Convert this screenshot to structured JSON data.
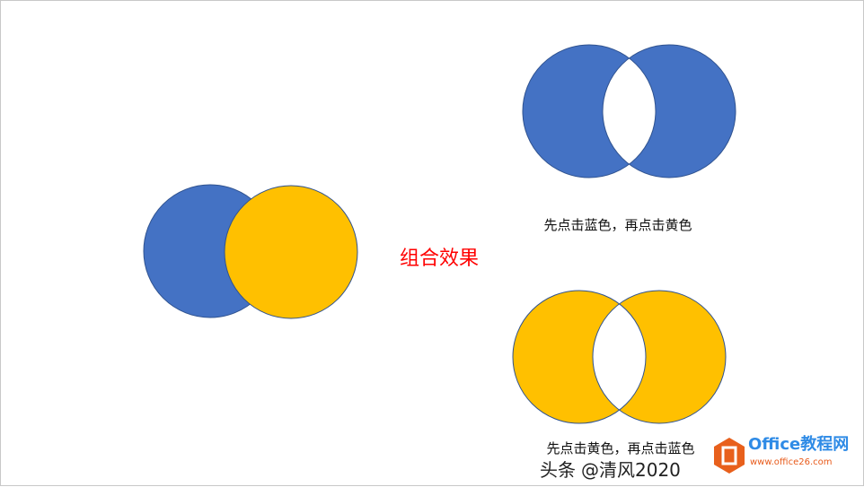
{
  "slide": {
    "center_label": "组合效果",
    "caption_top": "先点击蓝色，再点击黄色",
    "caption_bottom": "先点击黄色，再点击蓝色",
    "colors": {
      "blue": "#4472C4",
      "yellow": "#FFC000",
      "outline": "#2F528F",
      "label": "#FF0000"
    }
  },
  "watermark": {
    "source": "头条",
    "handle": "@清风2020",
    "site_name": "Office教程网",
    "site_url": "www.office26.com",
    "icon": "office-logo-icon"
  }
}
